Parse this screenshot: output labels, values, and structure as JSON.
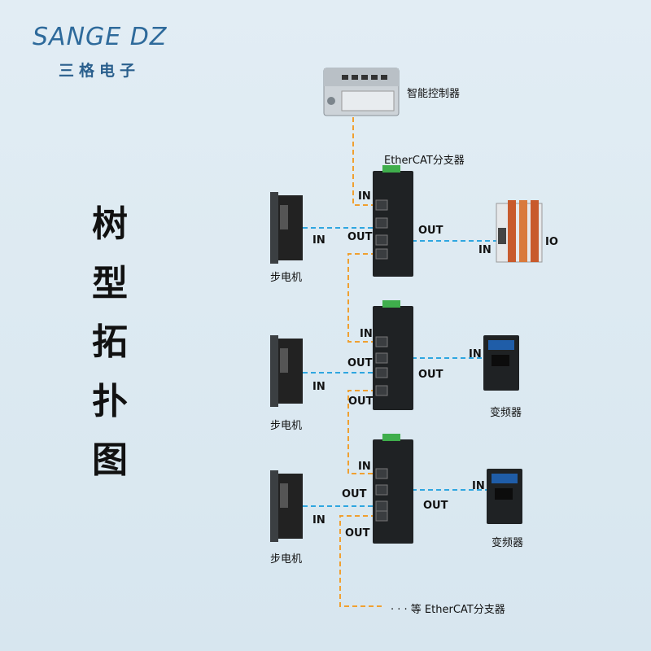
{
  "brand": {
    "name_en": "SANGE DZ",
    "name_cn": "三格电子",
    "color": "#2e6a9b"
  },
  "title_chars": [
    "树",
    "型",
    "拓",
    "扑",
    "图"
  ],
  "controller_label": "智能控制器",
  "branch_label": "EtherCAT分支器",
  "port_in": "IN",
  "port_out": "OUT",
  "device_io": "IO",
  "stepper_label": "步电机",
  "inverter_label": "变频器",
  "footer_text": "· · ·  等  EtherCAT分支器",
  "colors": {
    "orange_link": "#f0a030",
    "blue_link": "#2fa6e0",
    "device_body": "#1f2224"
  }
}
